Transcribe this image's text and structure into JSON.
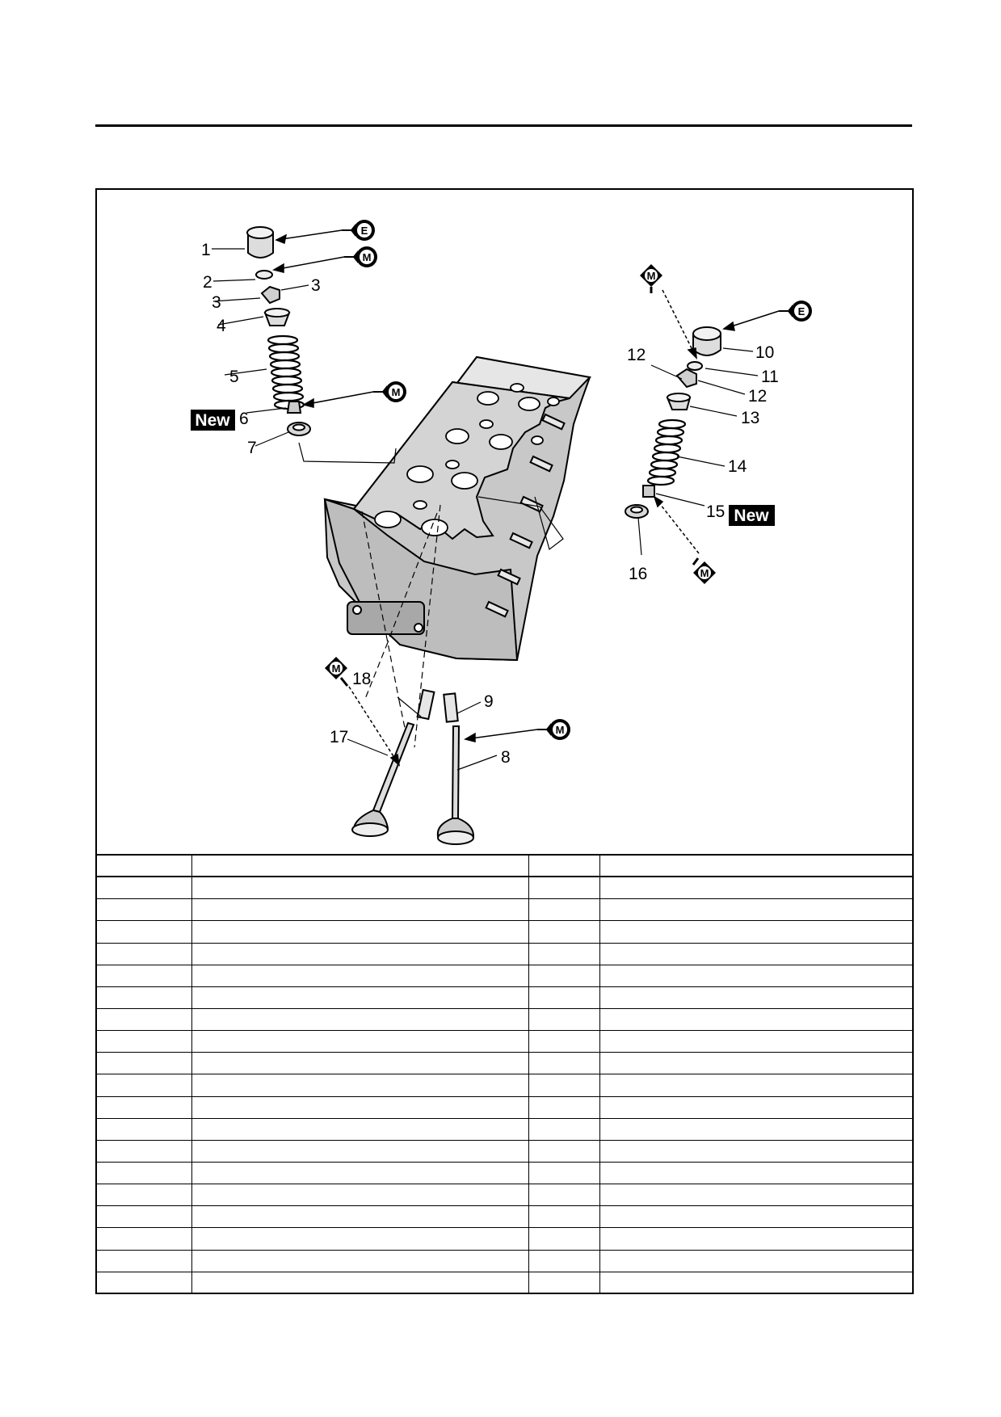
{
  "diagram": {
    "callouts": [
      "1",
      "2",
      "3",
      "3",
      "4",
      "5",
      "6",
      "7",
      "8",
      "9",
      "10",
      "11",
      "12",
      "12",
      "13",
      "14",
      "15",
      "16",
      "17",
      "18"
    ],
    "new_tag": "New",
    "lubricant_engine_oil": "E",
    "lubricant_moly_oil": "M"
  },
  "parts_table": {
    "rows": 19
  }
}
